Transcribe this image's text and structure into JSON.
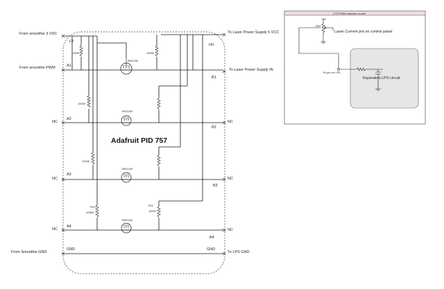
{
  "labels": {
    "from_smoothie_vdc": "From smoothie 3 VDC",
    "from_smoothie_pwm": "From smoothie PWM",
    "from_smoothie_gnd": "From Smoothie GND",
    "to_lps_vcc": "To Laser Power Supply 5 VCC",
    "to_lps_in": "To Laser Power Supply IN",
    "to_lps_gnd": "To LPS GND",
    "nc": "NC",
    "lv": "LV",
    "hv": "HV",
    "a1": "A1",
    "a2": "A2",
    "a3": "A3",
    "a4": "A4",
    "b1": "B1",
    "b2": "B2",
    "b3": "B3",
    "b4": "B4",
    "gnd": "GND",
    "board": "Adafruit PID 757",
    "transistor": "BSS138",
    "resistor": "10000",
    "r10": "R10",
    "r11": "R11"
  },
  "lps_model": {
    "title": "LPS PWM interface model",
    "pot_label": "Laser Current pot on control panel",
    "plus5v": "+5V",
    "r03": "R03",
    "in_pin": "IN pin on LPS",
    "equiv": "Equivalent LPS circuit"
  },
  "colors": {
    "accent_arrow": "#f0c6c6",
    "model_header": "#eedede",
    "inner_box": "#e6e6e6"
  }
}
